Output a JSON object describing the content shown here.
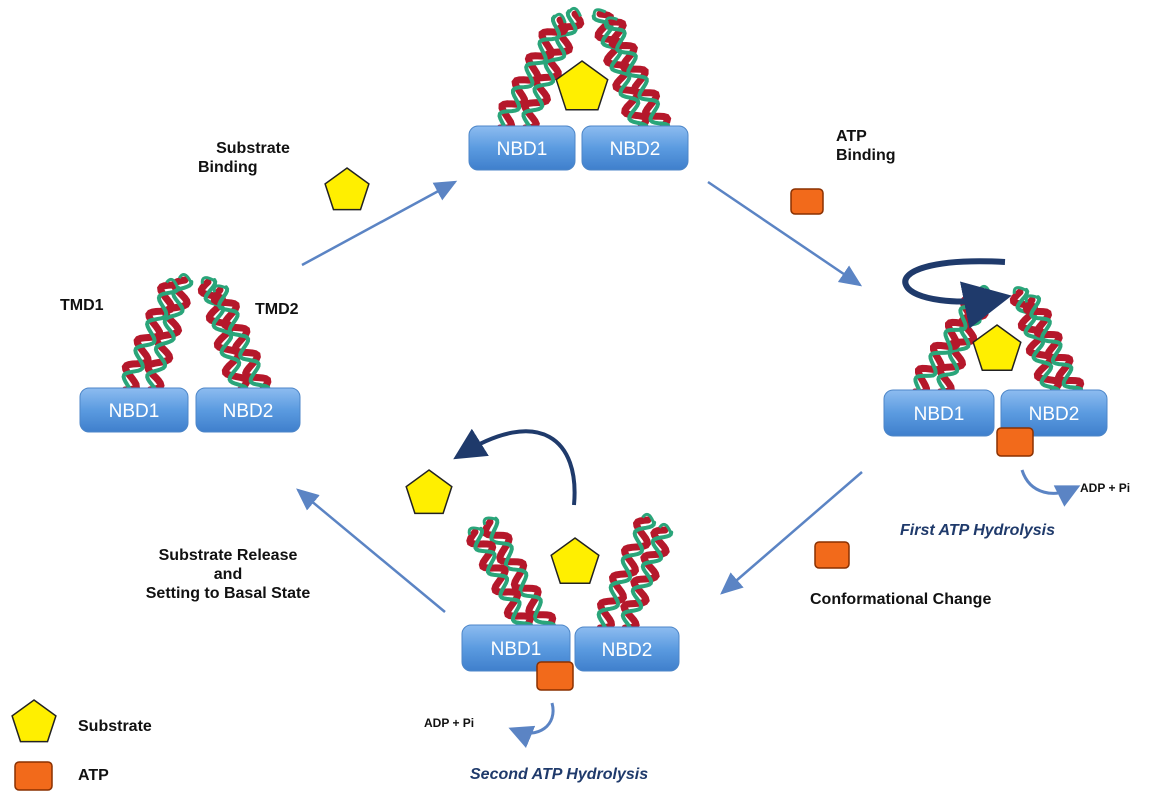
{
  "states": [
    {
      "id": "basal",
      "nbd1": "NBD1",
      "nbd2": "NBD2",
      "tmd1": "TMD1",
      "tmd2": "TMD2"
    },
    {
      "id": "substrate-bound",
      "nbd1": "NBD1",
      "nbd2": "NBD2"
    },
    {
      "id": "atp-bound",
      "nbd1": "NBD1",
      "nbd2": "NBD2",
      "products": "ADP + Pi"
    },
    {
      "id": "outward",
      "nbd1": "NBD1",
      "nbd2": "NBD2",
      "products": "ADP + Pi"
    }
  ],
  "labels": {
    "substrate_binding": [
      "Substrate",
      "Binding"
    ],
    "atp_binding": [
      "ATP",
      "Binding"
    ],
    "first_hydrolysis": "First ATP Hydrolysis",
    "conformational_change": "Conformational Change",
    "second_hydrolysis": "Second ATP Hydrolysis",
    "substrate_release": [
      "Substrate Release",
      "and",
      "Setting to Basal State"
    ]
  },
  "legend": [
    {
      "shape": "pentagon",
      "label": "Substrate",
      "color": "#ffef00"
    },
    {
      "shape": "square",
      "label": "ATP",
      "color": "#f26a1b"
    }
  ],
  "colors": {
    "nbd": "#5b9be0",
    "helix_red": "#b5182b",
    "helix_green": "#2aa57a",
    "arrow": "#5b84c4",
    "curved_arrow": "#1f3a6b"
  }
}
